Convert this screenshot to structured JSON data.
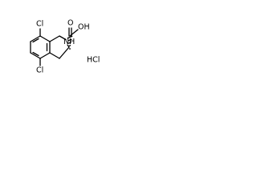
{
  "atoms": {
    "cl_top": "Cl",
    "cl_bottom": "Cl",
    "nh": "NH",
    "carbonyl_o": "O",
    "hydroxyl": "OH",
    "salt": "HCl"
  }
}
